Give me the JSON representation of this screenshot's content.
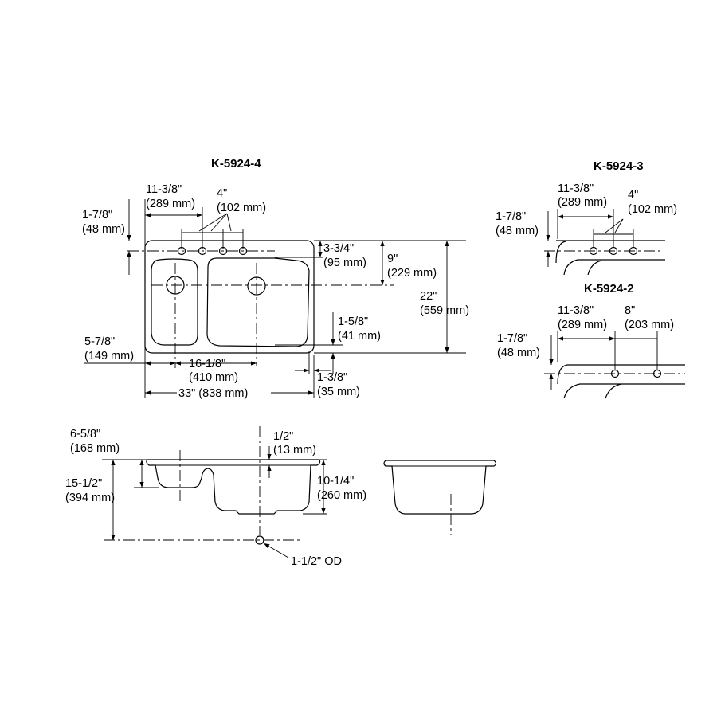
{
  "models": {
    "k5924_4": {
      "title": "K-5924-4",
      "dims": {
        "faucet_offset": [
          "11-3/8\"",
          "(289 mm)"
        ],
        "faucet_spacing": [
          "4\"",
          "(102 mm)"
        ],
        "deck_edge": [
          "1-7/8\"",
          "(48 mm)"
        ],
        "basin_back": [
          "3-3/4\"",
          "(95 mm)"
        ],
        "drain_back": [
          "9\"",
          "(229 mm)"
        ],
        "depth": [
          "22\"",
          "(559 mm)"
        ],
        "basin_front": [
          "1-5/8\"",
          "(41 mm)"
        ],
        "left_drain": [
          "5-7/8\"",
          "(149 mm)"
        ],
        "drain_spacing": [
          "16-1/8\"",
          "(410 mm)"
        ],
        "width": "33\" (838 mm)",
        "side_edge": [
          "1-3/8\"",
          "(35 mm)"
        ]
      }
    },
    "k5924_3": {
      "title": "K-5924-3",
      "dims": {
        "faucet_offset": [
          "11-3/8\"",
          "(289 mm)"
        ],
        "faucet_spacing": [
          "4\"",
          "(102 mm)"
        ],
        "deck_edge": [
          "1-7/8\"",
          "(48 mm)"
        ]
      }
    },
    "k5924_2": {
      "title": "K-5924-2",
      "dims": {
        "faucet_offset": [
          "11-3/8\"",
          "(289 mm)"
        ],
        "faucet_spacing": [
          "8\"",
          "(203 mm)"
        ],
        "deck_edge": [
          "1-7/8\"",
          "(48 mm)"
        ]
      }
    }
  },
  "side_view": {
    "small_basin_depth": [
      "6-5/8\"",
      "(168 mm)"
    ],
    "rim": [
      "1/2\"",
      "(13 mm)"
    ],
    "large_basin_depth": [
      "10-1/4\"",
      "(260 mm)"
    ],
    "drain_height": [
      "15-1/2\"",
      "(394 mm)"
    ],
    "outlet": "1-1/2\" OD"
  }
}
